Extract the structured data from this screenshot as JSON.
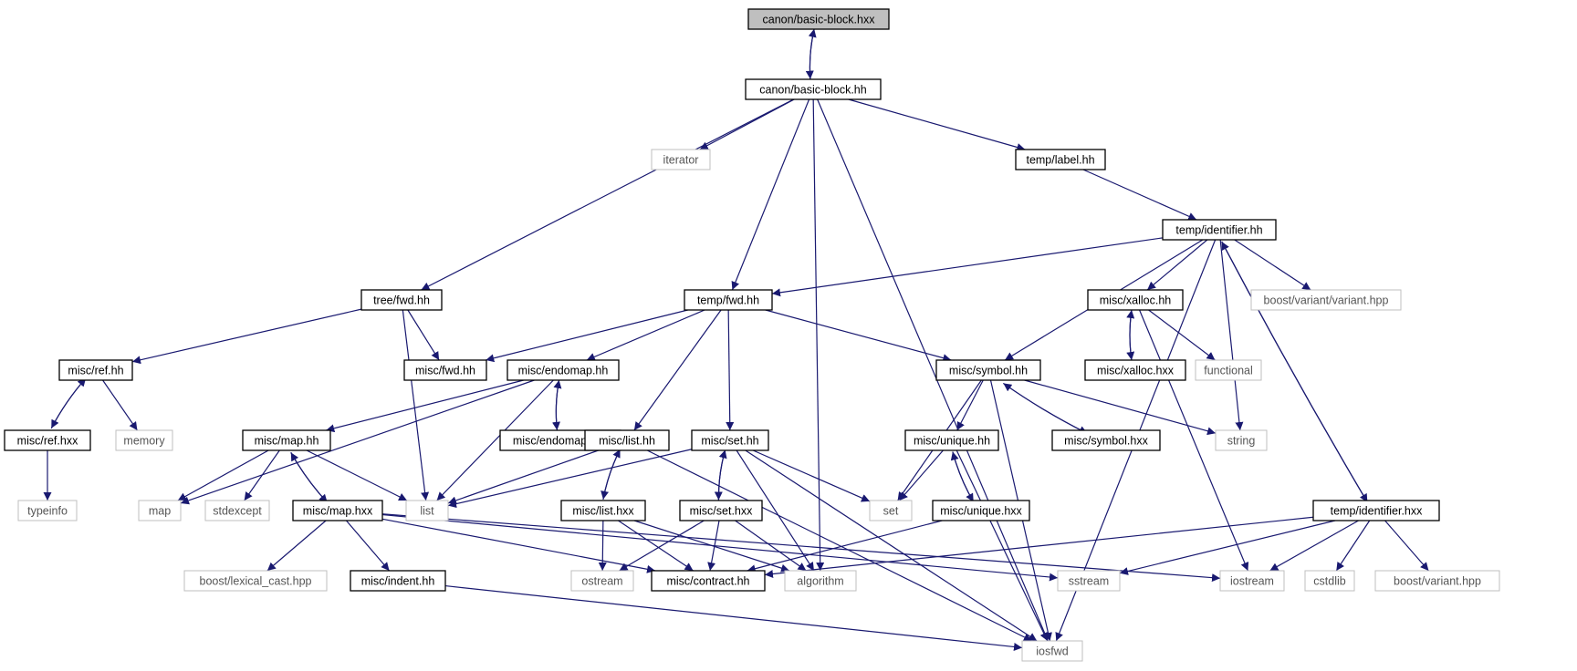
{
  "diagram": {
    "nodes": [
      {
        "id": "n_bbhxx",
        "label": "canon/basic-block.hxx",
        "style": "root"
      },
      {
        "id": "n_bbhh",
        "label": "canon/basic-block.hh",
        "style": "normal"
      },
      {
        "id": "n_iterator",
        "label": "iterator",
        "style": "system"
      },
      {
        "id": "n_label",
        "label": "temp/label.hh",
        "style": "normal"
      },
      {
        "id": "n_idhh",
        "label": "temp/identifier.hh",
        "style": "normal"
      },
      {
        "id": "n_treefwd",
        "label": "tree/fwd.hh",
        "style": "normal"
      },
      {
        "id": "n_tempfwd",
        "label": "temp/fwd.hh",
        "style": "normal"
      },
      {
        "id": "n_xallochh",
        "label": "misc/xalloc.hh",
        "style": "normal"
      },
      {
        "id": "n_boostvar",
        "label": "boost/variant/variant.hpp",
        "style": "system"
      },
      {
        "id": "n_refhh",
        "label": "misc/ref.hh",
        "style": "normal"
      },
      {
        "id": "n_miscfwd",
        "label": "misc/fwd.hh",
        "style": "normal"
      },
      {
        "id": "n_endomaphh",
        "label": "misc/endomap.hh",
        "style": "normal"
      },
      {
        "id": "n_symbolhh",
        "label": "misc/symbol.hh",
        "style": "normal"
      },
      {
        "id": "n_xallochxx",
        "label": "misc/xalloc.hxx",
        "style": "normal"
      },
      {
        "id": "n_functional",
        "label": "functional",
        "style": "system"
      },
      {
        "id": "n_refhxx",
        "label": "misc/ref.hxx",
        "style": "normal"
      },
      {
        "id": "n_memory",
        "label": "memory",
        "style": "system"
      },
      {
        "id": "n_maphh",
        "label": "misc/map.hh",
        "style": "normal"
      },
      {
        "id": "n_endomaphxx",
        "label": "misc/endomap.hxx",
        "style": "normal"
      },
      {
        "id": "n_listhh",
        "label": "misc/list.hh",
        "style": "normal"
      },
      {
        "id": "n_sethh",
        "label": "misc/set.hh",
        "style": "normal"
      },
      {
        "id": "n_uniquehh",
        "label": "misc/unique.hh",
        "style": "normal"
      },
      {
        "id": "n_symbolhxx",
        "label": "misc/symbol.hxx",
        "style": "normal"
      },
      {
        "id": "n_string",
        "label": "string",
        "style": "system"
      },
      {
        "id": "n_typeinfo",
        "label": "typeinfo",
        "style": "system"
      },
      {
        "id": "n_map",
        "label": "map",
        "style": "system"
      },
      {
        "id": "n_stdexcept",
        "label": "stdexcept",
        "style": "system"
      },
      {
        "id": "n_maphxx",
        "label": "misc/map.hxx",
        "style": "normal"
      },
      {
        "id": "n_list",
        "label": "list",
        "style": "system"
      },
      {
        "id": "n_listhxx",
        "label": "misc/list.hxx",
        "style": "normal"
      },
      {
        "id": "n_sethxx",
        "label": "misc/set.hxx",
        "style": "normal"
      },
      {
        "id": "n_set",
        "label": "set",
        "style": "system"
      },
      {
        "id": "n_uniquehxx",
        "label": "misc/unique.hxx",
        "style": "normal"
      },
      {
        "id": "n_idhxx",
        "label": "temp/identifier.hxx",
        "style": "normal"
      },
      {
        "id": "n_lexcast",
        "label": "boost/lexical_cast.hpp",
        "style": "system"
      },
      {
        "id": "n_indent",
        "label": "misc/indent.hh",
        "style": "normal"
      },
      {
        "id": "n_ostream",
        "label": "ostream",
        "style": "system"
      },
      {
        "id": "n_contract",
        "label": "misc/contract.hh",
        "style": "normal"
      },
      {
        "id": "n_algorithm",
        "label": "algorithm",
        "style": "system"
      },
      {
        "id": "n_sstream",
        "label": "sstream",
        "style": "system"
      },
      {
        "id": "n_iostream",
        "label": "iostream",
        "style": "system"
      },
      {
        "id": "n_cstdlib",
        "label": "cstdlib",
        "style": "system"
      },
      {
        "id": "n_boostvariant",
        "label": "boost/variant.hpp",
        "style": "system"
      },
      {
        "id": "n_iosfwd",
        "label": "iosfwd",
        "style": "system"
      }
    ],
    "edges": [
      [
        "n_bbhxx",
        "n_bbhh"
      ],
      [
        "n_bbhh",
        "n_bbhxx"
      ],
      [
        "n_bbhh",
        "n_iterator"
      ],
      [
        "n_bbhh",
        "n_treefwd"
      ],
      [
        "n_bbhh",
        "n_tempfwd"
      ],
      [
        "n_bbhh",
        "n_algorithm"
      ],
      [
        "n_bbhh",
        "n_label"
      ],
      [
        "n_bbhh",
        "n_iosfwd"
      ],
      [
        "n_label",
        "n_idhh"
      ],
      [
        "n_idhh",
        "n_tempfwd"
      ],
      [
        "n_idhh",
        "n_symbolhh"
      ],
      [
        "n_idhh",
        "n_xallochh"
      ],
      [
        "n_idhh",
        "n_boostvar"
      ],
      [
        "n_idhh",
        "n_string"
      ],
      [
        "n_idhh",
        "n_idhxx"
      ],
      [
        "n_idhh",
        "n_iosfwd"
      ],
      [
        "n_idhxx",
        "n_idhh"
      ],
      [
        "n_idhxx",
        "n_contract"
      ],
      [
        "n_idhxx",
        "n_sstream"
      ],
      [
        "n_idhxx",
        "n_iostream"
      ],
      [
        "n_idhxx",
        "n_cstdlib"
      ],
      [
        "n_idhxx",
        "n_boostvariant"
      ],
      [
        "n_treefwd",
        "n_refhh"
      ],
      [
        "n_treefwd",
        "n_miscfwd"
      ],
      [
        "n_treefwd",
        "n_list"
      ],
      [
        "n_tempfwd",
        "n_miscfwd"
      ],
      [
        "n_tempfwd",
        "n_endomaphh"
      ],
      [
        "n_tempfwd",
        "n_listhh"
      ],
      [
        "n_tempfwd",
        "n_sethh"
      ],
      [
        "n_tempfwd",
        "n_symbolhh"
      ],
      [
        "n_xallochh",
        "n_xallochxx"
      ],
      [
        "n_xallochxx",
        "n_xallochh"
      ],
      [
        "n_xallochh",
        "n_functional"
      ],
      [
        "n_xallochh",
        "n_iostream"
      ],
      [
        "n_refhh",
        "n_refhxx"
      ],
      [
        "n_refhxx",
        "n_refhh"
      ],
      [
        "n_refhh",
        "n_memory"
      ],
      [
        "n_refhxx",
        "n_typeinfo"
      ],
      [
        "n_endomaphh",
        "n_maphh"
      ],
      [
        "n_endomaphh",
        "n_endomaphxx"
      ],
      [
        "n_endomaphxx",
        "n_endomaphh"
      ],
      [
        "n_endomaphh",
        "n_list"
      ],
      [
        "n_endomaphh",
        "n_map"
      ],
      [
        "n_maphh",
        "n_map"
      ],
      [
        "n_maphh",
        "n_stdexcept"
      ],
      [
        "n_maphh",
        "n_maphxx"
      ],
      [
        "n_maphxx",
        "n_maphh"
      ],
      [
        "n_maphh",
        "n_list"
      ],
      [
        "n_maphxx",
        "n_lexcast"
      ],
      [
        "n_maphxx",
        "n_indent"
      ],
      [
        "n_maphxx",
        "n_contract"
      ],
      [
        "n_maphxx",
        "n_sstream"
      ],
      [
        "n_maphxx",
        "n_iostream"
      ],
      [
        "n_listhh",
        "n_list"
      ],
      [
        "n_listhh",
        "n_listhxx"
      ],
      [
        "n_listhxx",
        "n_listhh"
      ],
      [
        "n_listhh",
        "n_iosfwd"
      ],
      [
        "n_listhxx",
        "n_ostream"
      ],
      [
        "n_listhxx",
        "n_contract"
      ],
      [
        "n_listhxx",
        "n_algorithm"
      ],
      [
        "n_sethh",
        "n_list"
      ],
      [
        "n_sethh",
        "n_set"
      ],
      [
        "n_sethh",
        "n_sethxx"
      ],
      [
        "n_sethxx",
        "n_sethh"
      ],
      [
        "n_sethh",
        "n_algorithm"
      ],
      [
        "n_sethh",
        "n_iosfwd"
      ],
      [
        "n_sethxx",
        "n_ostream"
      ],
      [
        "n_sethxx",
        "n_contract"
      ],
      [
        "n_sethxx",
        "n_algorithm"
      ],
      [
        "n_symbolhh",
        "n_set"
      ],
      [
        "n_symbolhh",
        "n_uniquehh"
      ],
      [
        "n_symbolhh",
        "n_symbolhxx"
      ],
      [
        "n_symbolhxx",
        "n_symbolhh"
      ],
      [
        "n_symbolhh",
        "n_string"
      ],
      [
        "n_symbolhh",
        "n_iosfwd"
      ],
      [
        "n_uniquehh",
        "n_set"
      ],
      [
        "n_uniquehh",
        "n_uniquehxx"
      ],
      [
        "n_uniquehxx",
        "n_uniquehh"
      ],
      [
        "n_uniquehh",
        "n_iosfwd"
      ],
      [
        "n_uniquehxx",
        "n_contract"
      ],
      [
        "n_indent",
        "n_iosfwd"
      ]
    ]
  },
  "colors": {
    "edge": "#191970",
    "node_border": "#000000",
    "system_border": "#bfbfbf",
    "root_fill": "#bfbfbf",
    "node_fill": "#ffffff",
    "text": "#000000",
    "system_text": "#555555"
  }
}
